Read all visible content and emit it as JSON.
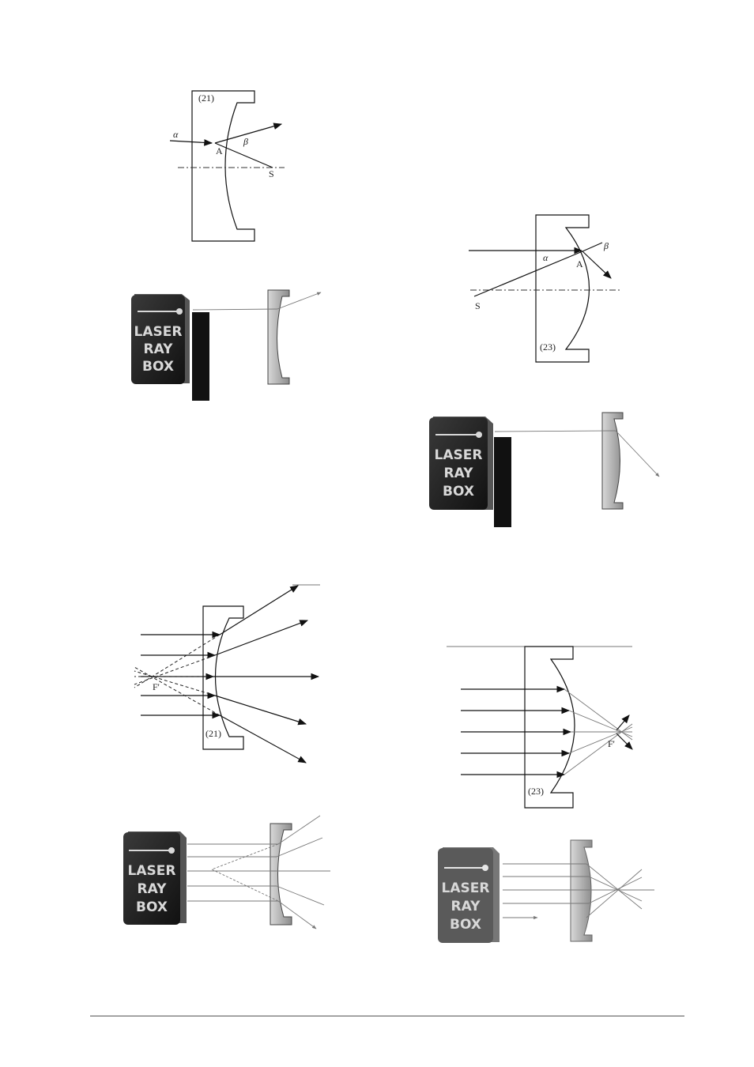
{
  "diagrams": {
    "d1": {
      "lens_label": "(21)",
      "alpha": "α",
      "beta": "β",
      "point_a": "A",
      "point_s": "S"
    },
    "d2": {
      "lens_label": "(23)",
      "alpha": "α",
      "beta": "β",
      "point_a": "A",
      "point_s": "S"
    },
    "d3": {
      "lens_label": "(21)",
      "focus": "F'"
    },
    "d4": {
      "lens_label": "(23)",
      "focus": "F'"
    }
  },
  "laser_box": {
    "line1": "LASER",
    "line2": "RAY",
    "line3": "BOX"
  }
}
